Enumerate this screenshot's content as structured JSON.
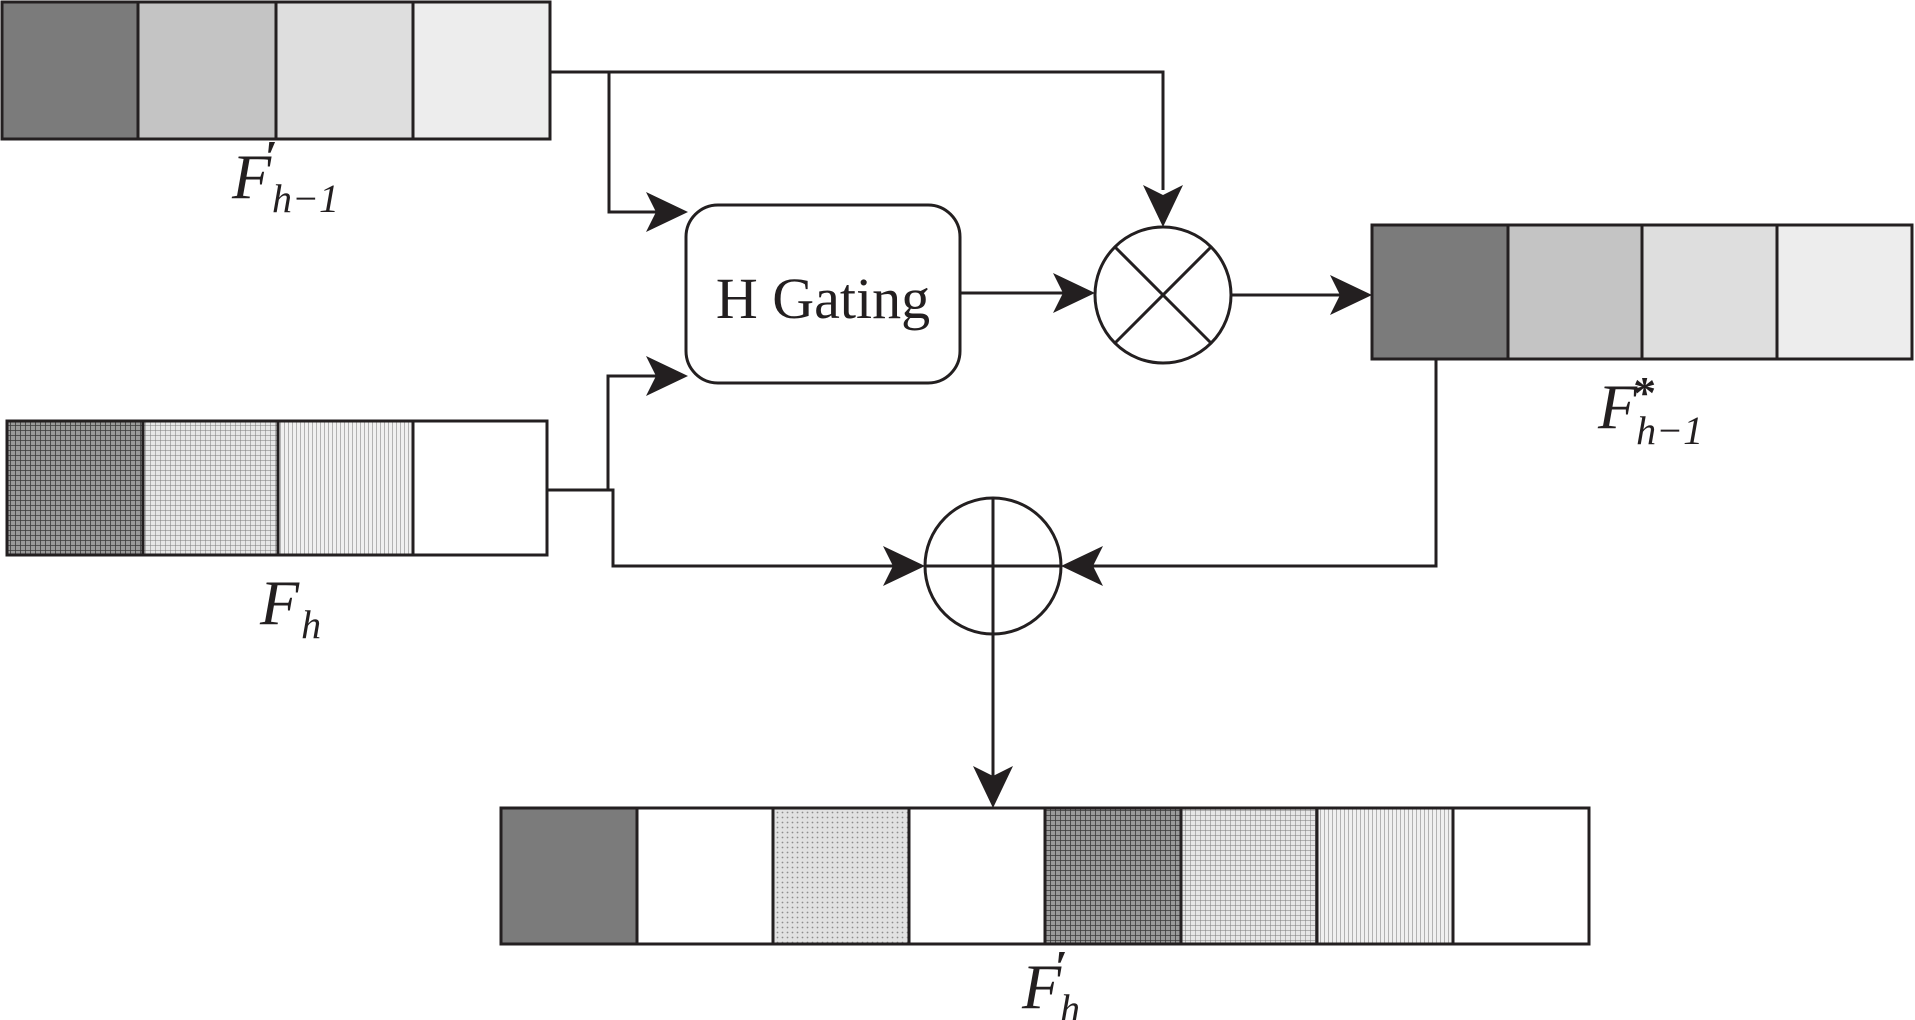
{
  "nodes": {
    "gating_label": "H Gating"
  },
  "labels": {
    "f_prev": {
      "main": "F",
      "sup": "′",
      "sub": "h−1"
    },
    "f_h": {
      "main": "F",
      "sup": "",
      "sub": "h"
    },
    "f_star": {
      "main": "F",
      "sup": "*",
      "sub": "h−1"
    },
    "f_out": {
      "main": "F",
      "sup": "′",
      "sub": "h"
    }
  },
  "feature_maps": {
    "f_prev": [
      "fill-dark",
      "fill-mid",
      "fill-light",
      "fill-lighter"
    ],
    "f_h": [
      "pat-cross-dense",
      "pat-cross-fine",
      "pat-vertical",
      "plain-white"
    ],
    "f_star": [
      "fill-dark",
      "fill-mid",
      "fill-light",
      "fill-lighter"
    ],
    "f_out": [
      "fill-dark",
      "plain-white",
      "pat-dots",
      "plain-white",
      "pat-cross-dense",
      "pat-cross-fine",
      "pat-vertical",
      "plain-white"
    ]
  },
  "operators": {
    "multiply": "multiply-icon",
    "add": "add-icon"
  },
  "colors": {
    "stroke": "#231f20",
    "fill_dark": "#7b7b7b",
    "fill_mid": "#c4c4c4",
    "fill_light": "#dedede",
    "fill_lighter": "#ededed",
    "background": "#ffffff"
  }
}
